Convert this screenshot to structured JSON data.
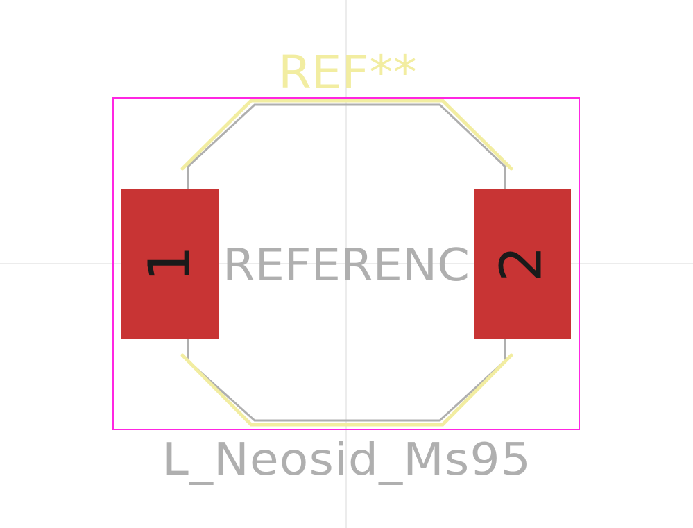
{
  "footprint": {
    "reference_silk": "REF**",
    "reference_fab": "REFERENC",
    "value": "L_Neosid_Ms95"
  },
  "pads": [
    {
      "number": "1"
    },
    {
      "number": "2"
    }
  ],
  "colors": {
    "background": "#ffffff",
    "courtyard": "#ff26e2",
    "fabrication": "#afafaf",
    "silkscreen": "#f2eda1",
    "pad_copper": "#c83434",
    "pad_number": "#1a1a1a",
    "crosshair": "#d9d9d9"
  }
}
